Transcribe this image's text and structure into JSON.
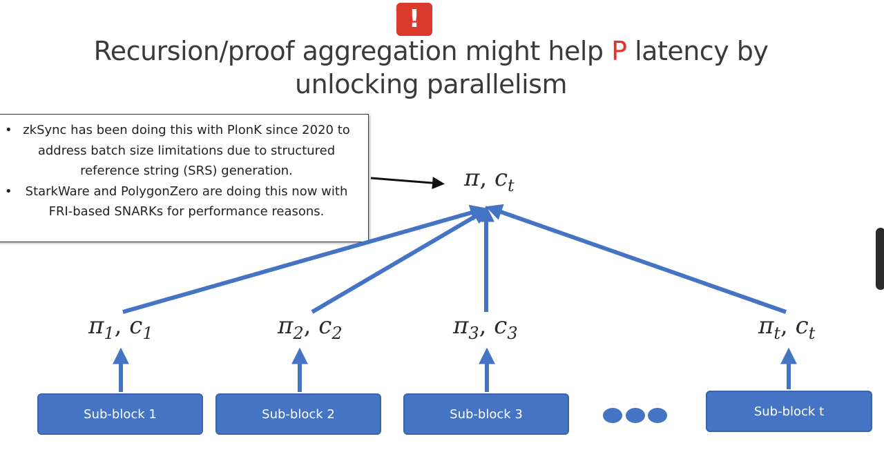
{
  "alert": {
    "symbol": "!",
    "color": "#d93a2b"
  },
  "title": {
    "line1_before": "Recursion/proof aggregation might help ",
    "line1_accent": "P",
    "line1_after": " latency by",
    "line2": "unlocking parallelism",
    "accent_color": "#e0332a"
  },
  "callout": {
    "items": [
      "zkSync has been doing this with PlonK since 2020 to address batch size limitations due to structured reference string (SRS) generation.",
      "StarkWare and PolygonZero are doing this now with FRI-based SNARKs for performance reasons."
    ]
  },
  "aggregate": {
    "pi": "π",
    "comma": ",",
    "c": "c",
    "sub": "t"
  },
  "proofs": [
    {
      "pi": "π",
      "pi_sub": "1",
      "comma": ",",
      "c": "c",
      "c_sub": "1"
    },
    {
      "pi": "π",
      "pi_sub": "2",
      "comma": ",",
      "c": "c",
      "c_sub": "2"
    },
    {
      "pi": "π",
      "pi_sub": "3",
      "comma": ",",
      "c": "c",
      "c_sub": "3"
    },
    {
      "pi": "π",
      "pi_sub": "t",
      "comma": ",",
      "c": "c",
      "c_sub": "t"
    }
  ],
  "subblocks": [
    {
      "label": "Sub-block 1"
    },
    {
      "label": "Sub-block 2"
    },
    {
      "label": "Sub-block 3"
    },
    {
      "label": "Sub-block t"
    }
  ],
  "colors": {
    "arrow": "#4574c4",
    "box": "#4574c4"
  }
}
